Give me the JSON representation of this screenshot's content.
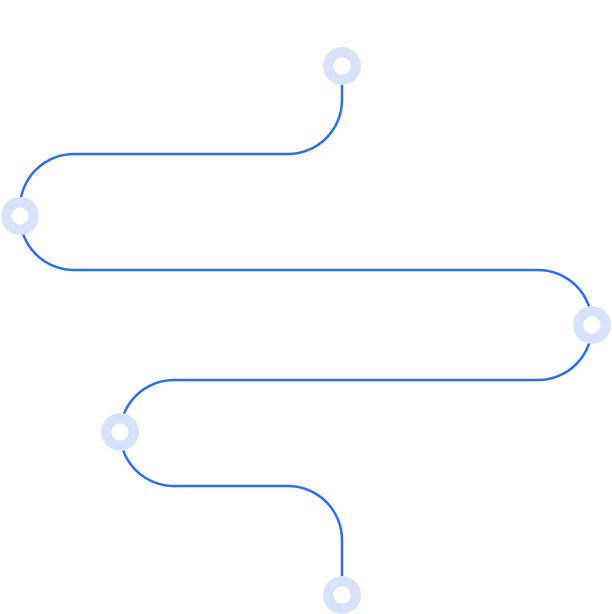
{
  "diagram": {
    "type": "winding-timeline-path",
    "node_count": 5,
    "colors": {
      "line": "#2f6fe2",
      "node_halo": "#d7e3fb",
      "node_center": "#ffffff",
      "background": "#ffffff"
    },
    "nodes": [
      {
        "index": 1
      },
      {
        "index": 2
      },
      {
        "index": 3
      },
      {
        "index": 4
      },
      {
        "index": 5
      }
    ]
  }
}
